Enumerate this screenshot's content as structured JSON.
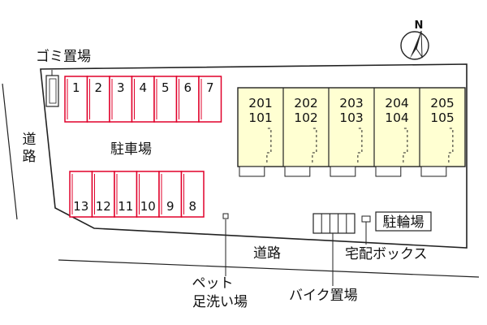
{
  "compass": {
    "letter": "N"
  },
  "labels": {
    "garbage": "ゴミ置場",
    "road_left": "道路",
    "parking": "駐車場",
    "road_bottom": "道路",
    "bike_parking": "駐輪場",
    "delivery_box": "宅配ボックス",
    "pet_wash_line1": "ペット",
    "pet_wash_line2": "足洗い場",
    "motorbike_parking": "バイク置場"
  },
  "parking_top": [
    "1",
    "2",
    "3",
    "4",
    "5",
    "6",
    "7"
  ],
  "parking_bottom": [
    "13",
    "12",
    "11",
    "10",
    "9",
    "8"
  ],
  "units": [
    {
      "upper": "201",
      "lower": "101"
    },
    {
      "upper": "202",
      "lower": "102"
    },
    {
      "upper": "203",
      "lower": "103"
    },
    {
      "upper": "204",
      "lower": "104"
    },
    {
      "upper": "205",
      "lower": "105"
    }
  ],
  "colors": {
    "parking_stroke": "#e0002a",
    "building_fill": "#ffffd2",
    "outline": "#222222"
  }
}
